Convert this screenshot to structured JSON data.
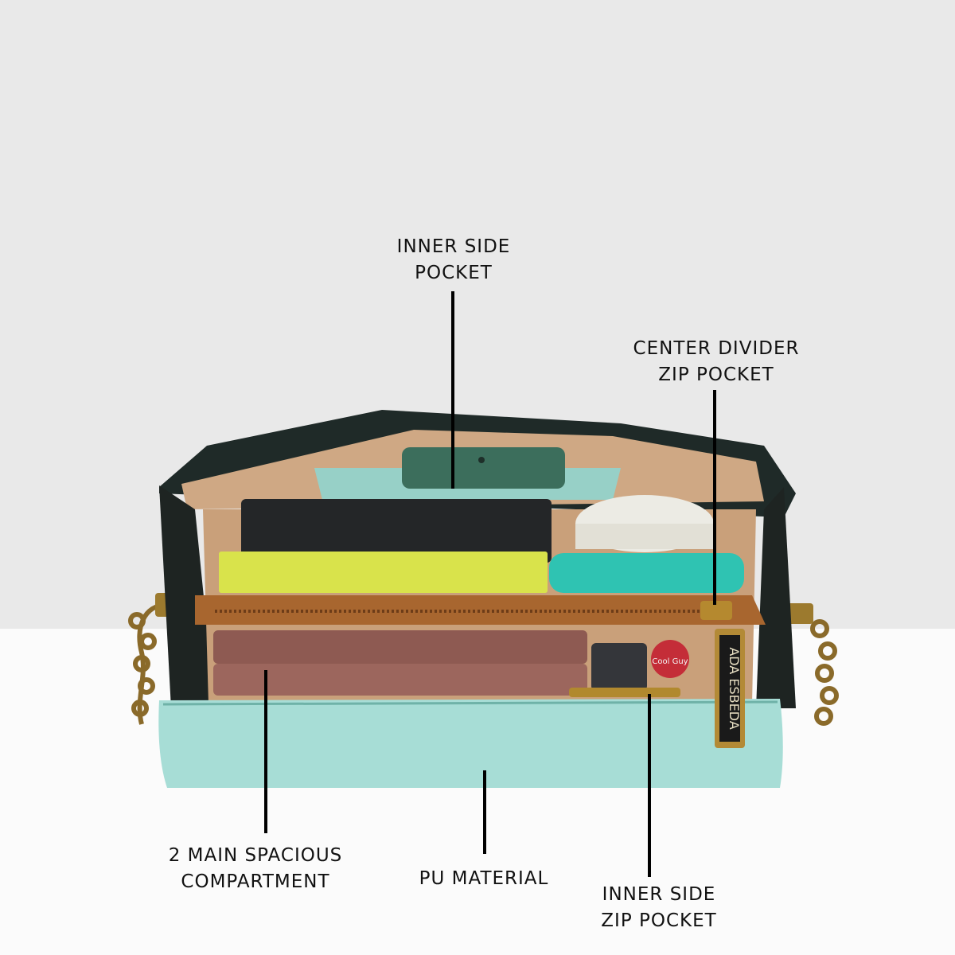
{
  "annotations": {
    "inner_side_pocket": {
      "line1": "INNER SIDE",
      "line2": "POCKET"
    },
    "center_divider_zip_pocket": {
      "line1": "CENTER DIVIDER",
      "line2": "ZIP POCKET"
    },
    "main_compartment": {
      "line1": "2 MAIN SPACIOUS",
      "line2": "COMPARTMENT"
    },
    "material": {
      "line1": "PU MATERIAL"
    },
    "inner_side_zip_pocket": {
      "line1": "INNER SIDE",
      "line2": "ZIP POCKET"
    }
  },
  "product": {
    "brand_tag": "ADA ESBEDA",
    "lipbalm_text": "Cool Guy"
  },
  "colors": {
    "bag_body": "#a7ddd6",
    "lining": "#c9a07a",
    "zipper": "#b06a33",
    "wallet": "#8e5a52",
    "hardware": "#a07a2c"
  }
}
